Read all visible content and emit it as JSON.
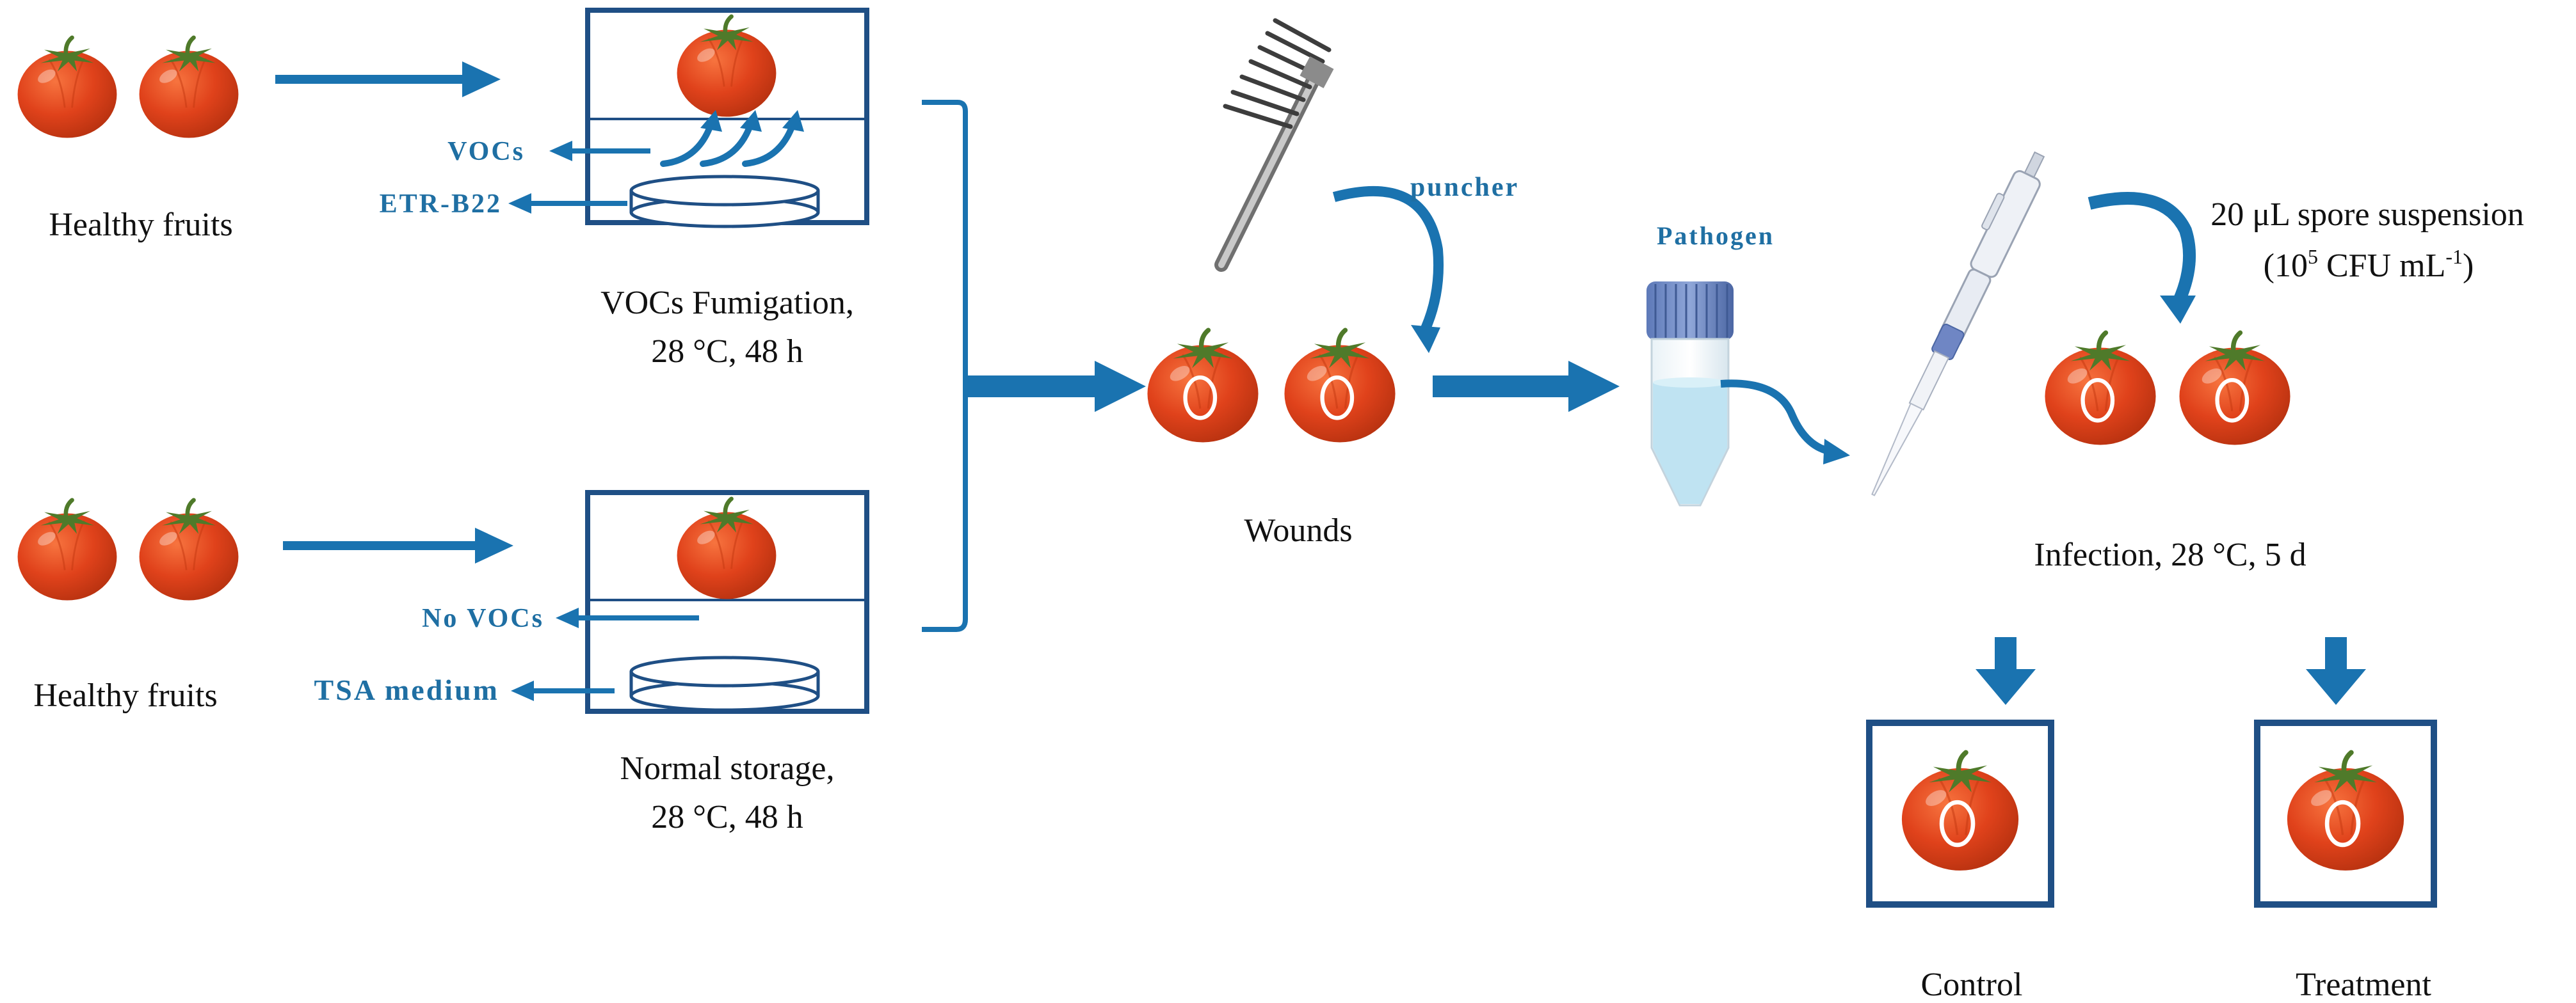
{
  "colors": {
    "arrow_blue": "#1a73b0",
    "label_blue": "#1f6fa3",
    "tomato_red": "#e0421b",
    "tomato_dark": "#b83210",
    "stem_green": "#4f7a2a",
    "liquid": "#bfe3f2"
  },
  "fumigation": {
    "healthy_label": "Healthy fruits",
    "vocs_label": "VOCs",
    "strain_label": "ETR-B22",
    "condition_line1": "VOCs Fumigation,",
    "condition_line2": "28 °C, 48 h"
  },
  "storage": {
    "healthy_label": "Healthy fruits",
    "no_vocs_label": "No VOCs",
    "medium_label": "TSA medium",
    "condition_line1": "Normal storage,",
    "condition_line2": "28 °C, 48 h"
  },
  "wounding": {
    "tool_label": "puncher",
    "result_label": "Wounds"
  },
  "pathogen": {
    "label": "Pathogen"
  },
  "inoculation": {
    "volume_label": "20 μL spore suspension",
    "conc_open": "(10",
    "conc_exp": "5",
    "conc_mid": " CFU mL",
    "conc_neg_exp": "-1",
    "conc_close": ")",
    "infection_label": "Infection, 28 °C, 5 d"
  },
  "outcomes": {
    "control_label": "Control",
    "treatment_label": "Treatment"
  },
  "icons": [
    "tomato-icon",
    "fumigation-box-icon",
    "petri-dish-icon",
    "puncher-icon",
    "falcon-tube-icon",
    "pipette-icon"
  ]
}
